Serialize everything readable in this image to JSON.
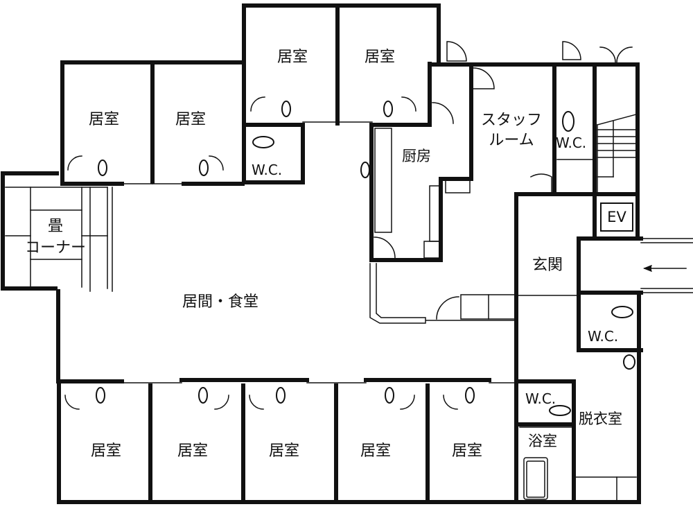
{
  "plan": {
    "type": "floor-plan",
    "rooms": {
      "bedroom_top_1": "居室",
      "bedroom_top_2": "居室",
      "bedroom_top_3": "居室",
      "bedroom_top_4": "居室",
      "bedroom_bottom_1": "居室",
      "bedroom_bottom_2": "居室",
      "bedroom_bottom_3": "居室",
      "bedroom_bottom_4": "居室",
      "bedroom_bottom_5": "居室",
      "tatami_line1": "畳",
      "tatami_line2": "コーナー",
      "living_dining": "居間・食堂",
      "kitchen": "厨房",
      "staff_line1": "スタッフ",
      "staff_line2": "ルーム",
      "wc_top": "W.C.",
      "wc_staff": "W.C.",
      "wc_entrance": "W.C.",
      "wc_bath": "W.C.",
      "elevator": "EV",
      "entrance": "玄関",
      "dressing_room": "脱衣室",
      "bathroom": "浴室"
    },
    "line_color": "#111111",
    "background": "#ffffff"
  }
}
